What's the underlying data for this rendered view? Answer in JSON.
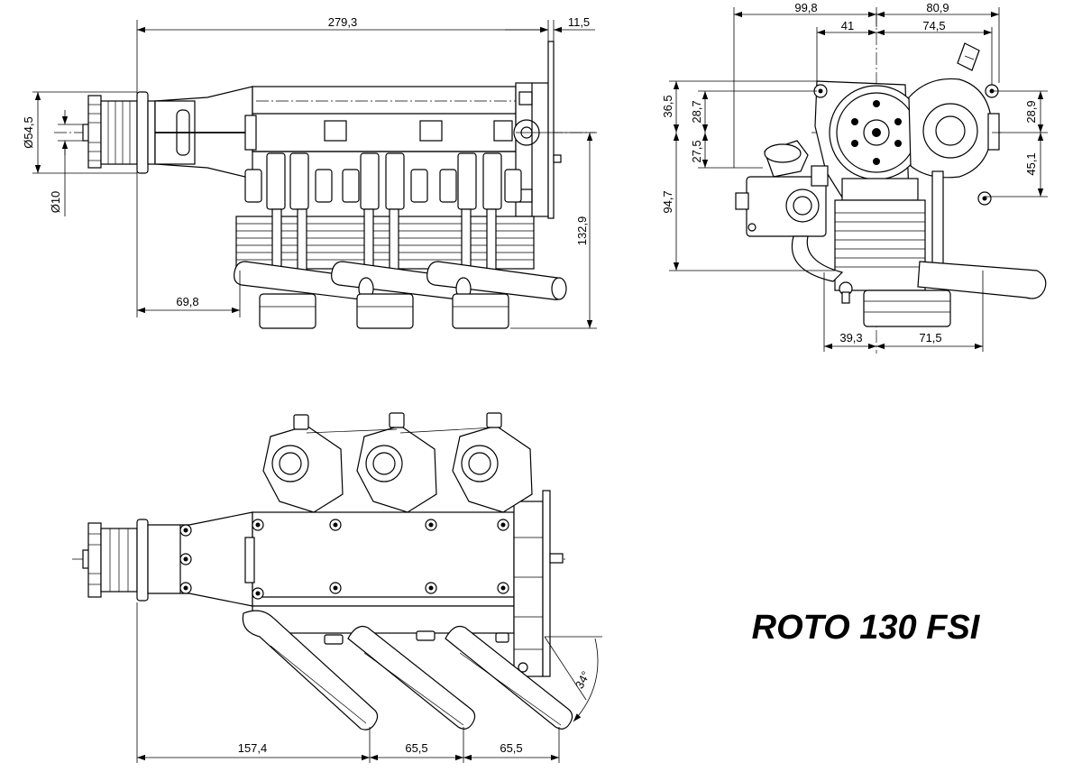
{
  "title": "ROTO 130 FSI",
  "side_view": {
    "overall_length": "279,3",
    "flange_thickness": "11,5",
    "hub_diameter": "Ø54,5",
    "shaft_diameter": "Ø10",
    "height": "132,9",
    "front_offset": "69,8"
  },
  "front_view": {
    "left_width": "99,8",
    "right_width": "80,9",
    "left_inner": "41",
    "right_inner": "74,5",
    "upper_left_outer": "36,5",
    "upper_left_inner": "28,7",
    "lower_left_inner": "27,5",
    "total_height": "94,7",
    "upper_right": "28,9",
    "lower_right": "45,1",
    "bottom_left": "39,3",
    "bottom_right": "71,5"
  },
  "top_view": {
    "exhaust_offset": "157,4",
    "pitch_1": "65,5",
    "pitch_2": "65,5",
    "exhaust_angle": "34°"
  }
}
